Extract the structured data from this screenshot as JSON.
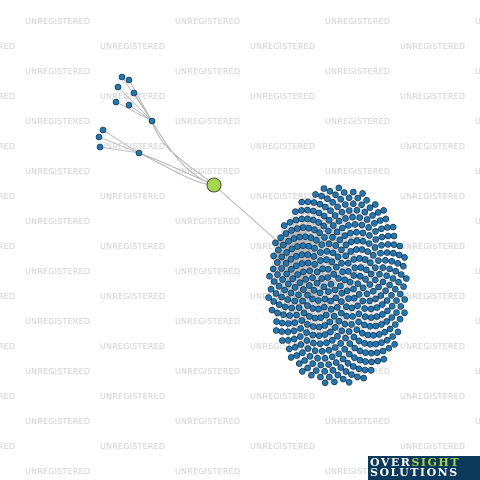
{
  "watermark": {
    "text": "UNREGISTERED"
  },
  "brand": {
    "word1": "OVER",
    "word2": "SIGHT",
    "word3": "SOLUTIONS"
  },
  "graph": {
    "center_node_color": "#a6d74b",
    "leaf_node_color": "#1f78b4",
    "edge_color": "#b4b4b4",
    "large_cluster_node_count": 430
  }
}
